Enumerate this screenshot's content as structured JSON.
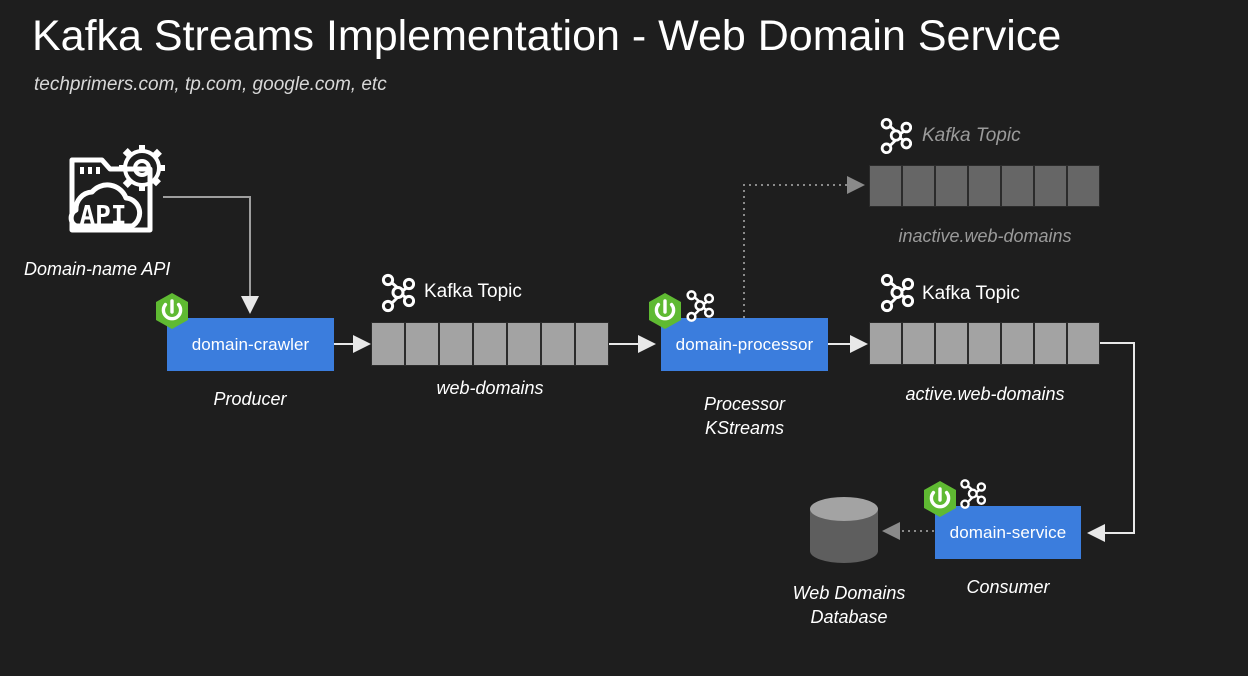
{
  "header": {
    "title": "Kafka Streams Implementation - Web Domain Service",
    "subtitle": "techprimers.com, tp.com, google.com, etc"
  },
  "colors": {
    "background": "#1e1e1e",
    "service_blue": "#3b7ddd",
    "spring_green": "#5fba32",
    "partition_active": "#a3a3a3",
    "partition_inactive": "#666666",
    "connector": "#e8e8e8",
    "connector_dim": "#8a8a8a",
    "database_body": "#5e5e5e",
    "database_top": "#a3a3a3",
    "text": "#ffffff",
    "text_dim": "#9a9a9a"
  },
  "nodes": {
    "api": {
      "icon": "api-cloud-window-gear-icon",
      "icon_text": "API",
      "caption": "Domain-name API"
    },
    "crawler": {
      "label": "domain-crawler",
      "caption": "Producer",
      "icons": [
        "spring-boot-icon"
      ]
    },
    "processor": {
      "label": "domain-processor",
      "caption": "Processor\nKStreams",
      "caption_line1": "Processor",
      "caption_line2": "KStreams",
      "icons": [
        "spring-boot-icon",
        "kafka-icon"
      ]
    },
    "service": {
      "label": "domain-service",
      "caption": "Consumer",
      "icons": [
        "spring-boot-icon",
        "kafka-icon"
      ]
    },
    "database": {
      "icon": "database-cylinder-icon",
      "caption_line1": "Web Domains",
      "caption_line2": "Database"
    }
  },
  "topics": [
    {
      "id": "web-domains",
      "kafka_label": "Kafka Topic",
      "name": "web-domains",
      "partitions": 7,
      "state": "active"
    },
    {
      "id": "inactive-web-domains",
      "kafka_label": "Kafka Topic",
      "name": "inactive.web-domains",
      "partitions": 7,
      "state": "inactive"
    },
    {
      "id": "active-web-domains",
      "kafka_label": "Kafka Topic",
      "name": "active.web-domains",
      "partitions": 7,
      "state": "active"
    }
  ],
  "connections": [
    {
      "from": "api",
      "to": "crawler",
      "style": "solid"
    },
    {
      "from": "crawler",
      "to": "web-domains",
      "style": "solid"
    },
    {
      "from": "web-domains",
      "to": "processor",
      "style": "solid"
    },
    {
      "from": "processor",
      "to": "inactive-web-domains",
      "style": "dotted"
    },
    {
      "from": "processor",
      "to": "active-web-domains",
      "style": "solid"
    },
    {
      "from": "active-web-domains",
      "to": "service",
      "style": "solid"
    },
    {
      "from": "service",
      "to": "database",
      "style": "dotted"
    }
  ]
}
